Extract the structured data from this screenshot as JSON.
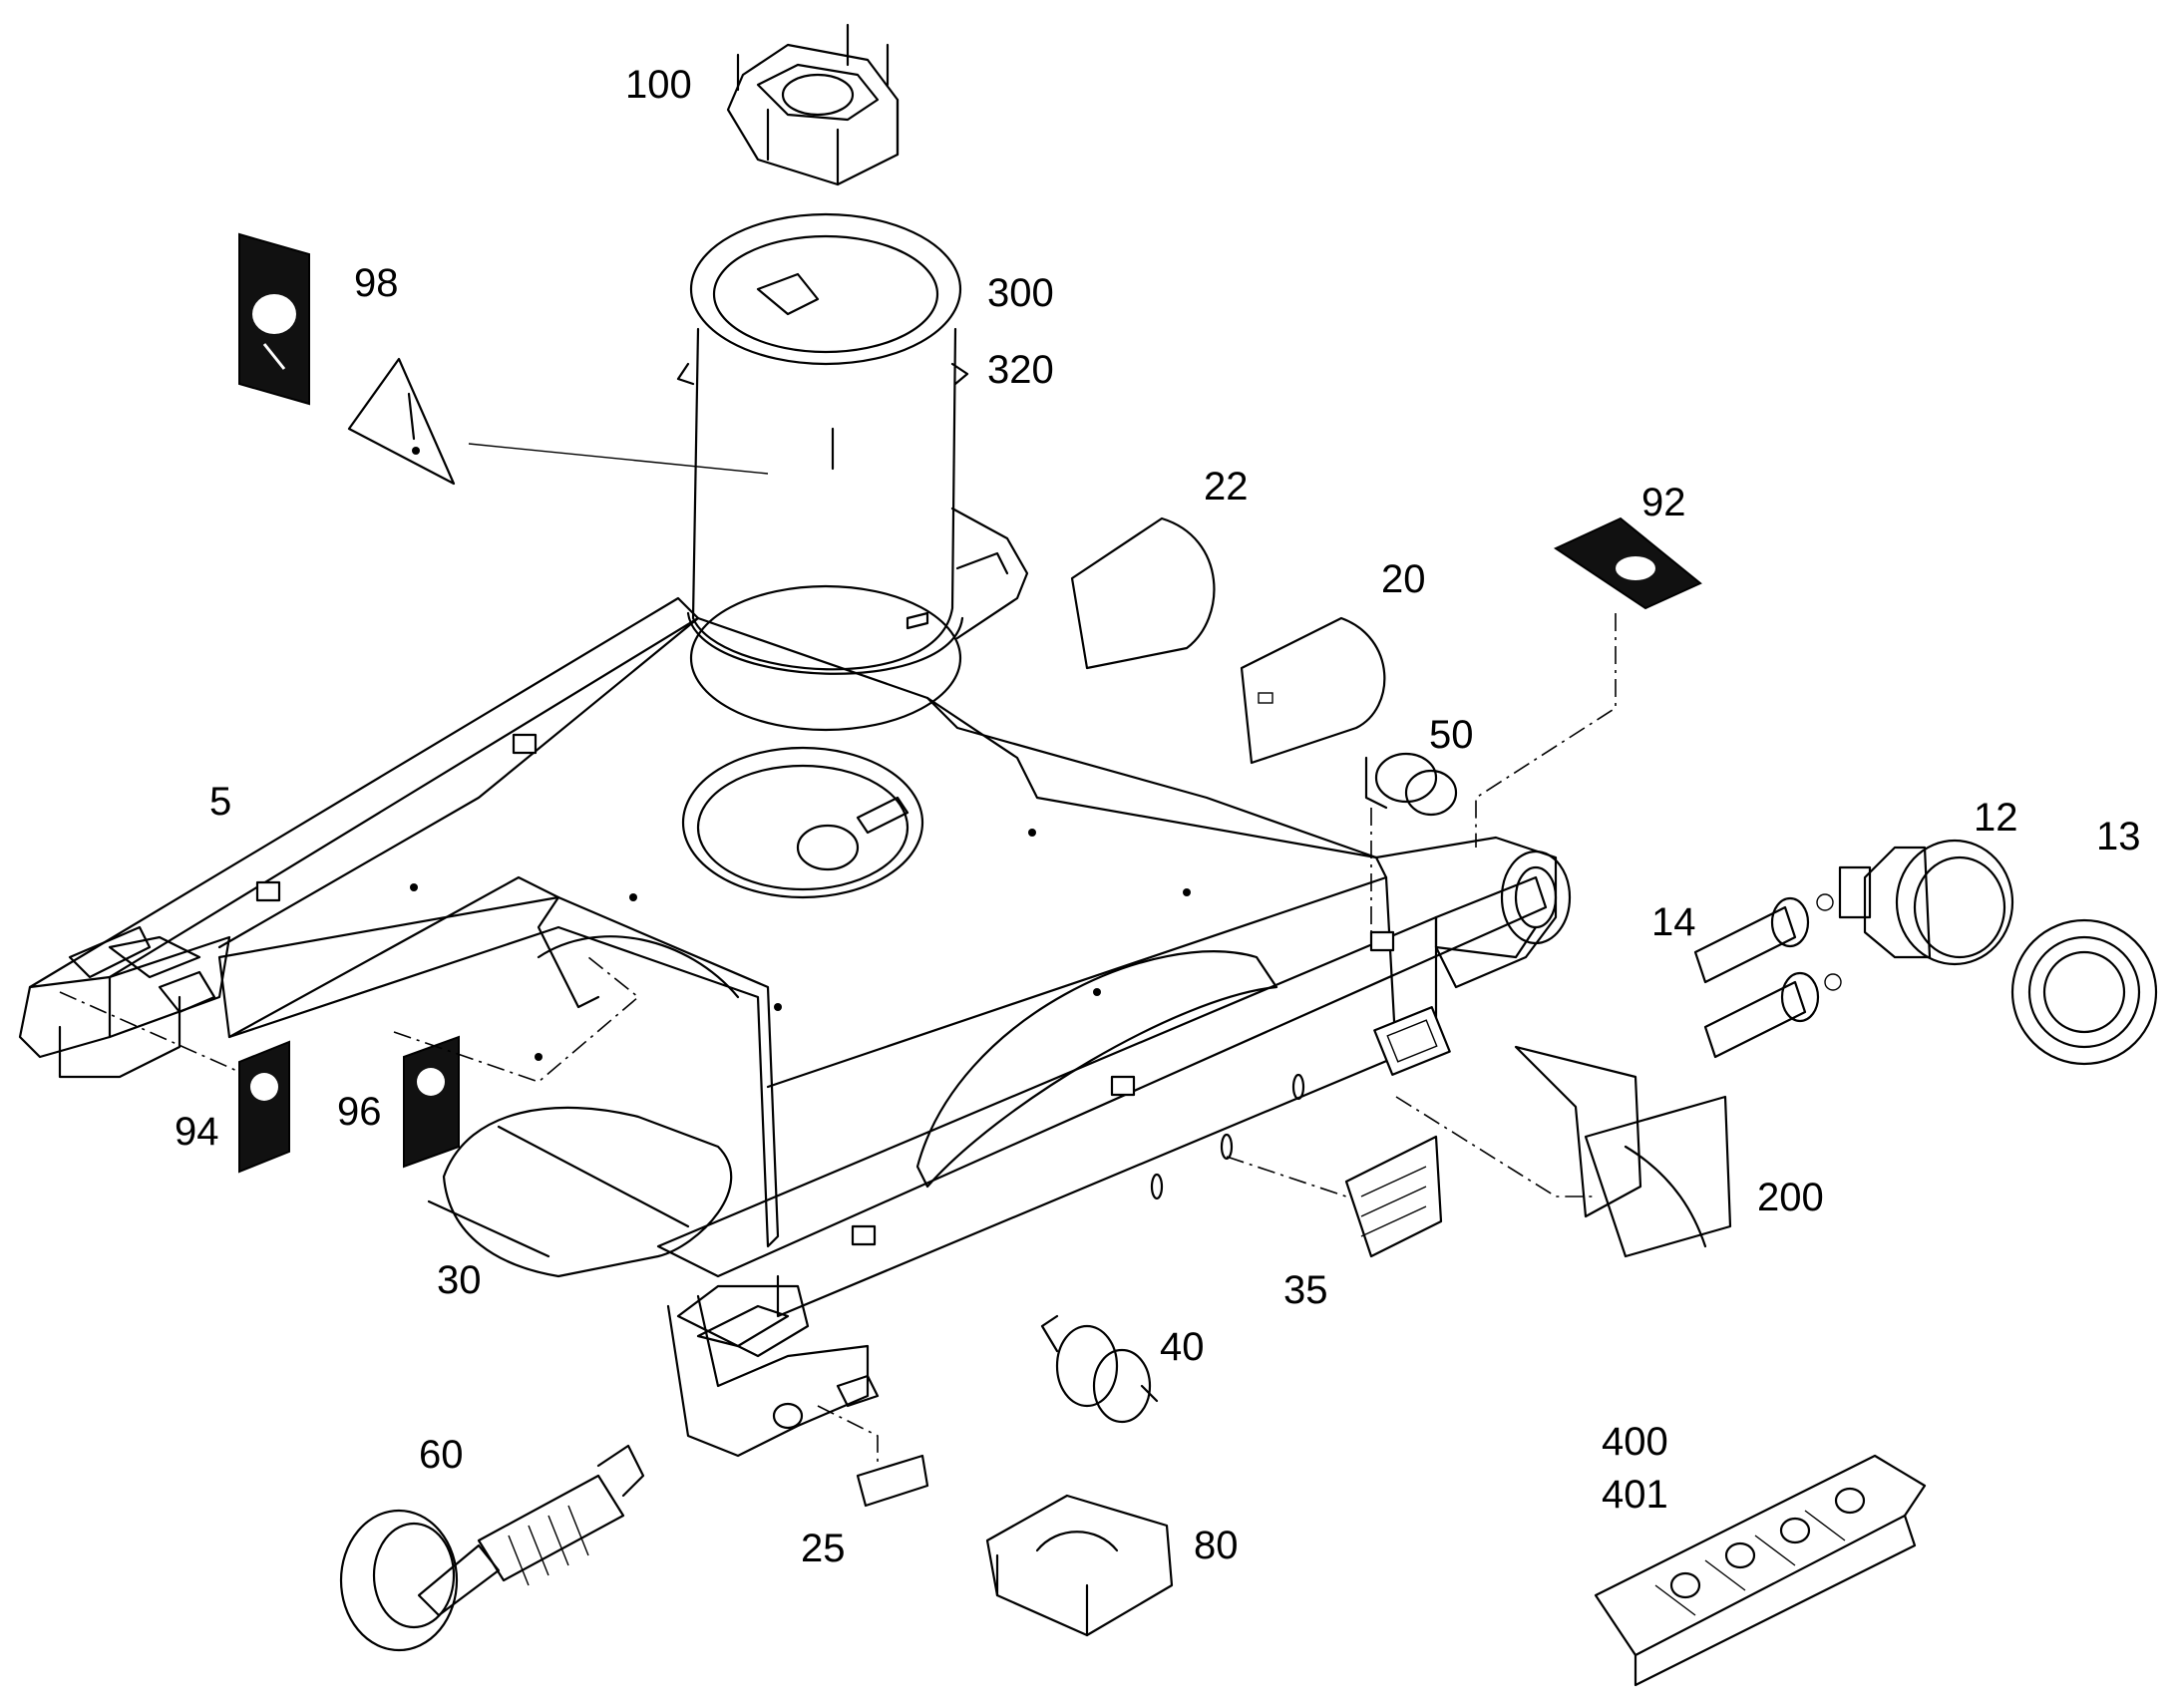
{
  "callouts": {
    "c100": "100",
    "c98": "98",
    "c300": "300",
    "c320": "320",
    "c22": "22",
    "c92": "92",
    "c20": "20",
    "c50": "50",
    "c5": "5",
    "c12": "12",
    "c13": "13",
    "c14": "14",
    "c94": "94",
    "c96": "96",
    "c200": "200",
    "c30": "30",
    "c35": "35",
    "c40": "40",
    "c60": "60",
    "c400": "400",
    "c401": "401",
    "c25": "25",
    "c80": "80"
  }
}
